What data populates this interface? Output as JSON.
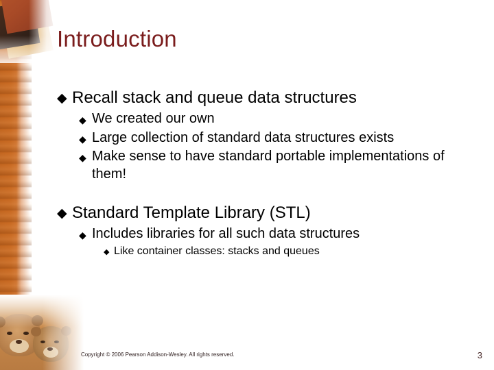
{
  "slide": {
    "title": "Introduction",
    "title_color": "#7a1c1c",
    "background_color": "#ffffff",
    "bullet_glyph": "◆",
    "content": [
      {
        "level": 1,
        "text": "Recall stack and queue data structures"
      },
      {
        "level": 2,
        "text": "We created our own"
      },
      {
        "level": 2,
        "text": "Large collection of standard data structures exists"
      },
      {
        "level": 2,
        "text": "Make sense to have standard portable implementations of them!"
      },
      {
        "level": 1,
        "text": "Standard Template Library (STL)"
      },
      {
        "level": 2,
        "text": "Includes libraries for all such data structures"
      },
      {
        "level": 3,
        "text": "Like container classes: stacks and queues"
      }
    ]
  },
  "footer": {
    "copyright": "Copyright © 2006 Pearson Addison-Wesley. All rights reserved.",
    "page_number": "3"
  },
  "decor": {
    "band_color": "#c2651f",
    "square_gold": "#dfae63",
    "square_dark": "#35231a",
    "square_red": "#a84a27",
    "lions_alt": "two-lions-photo"
  }
}
